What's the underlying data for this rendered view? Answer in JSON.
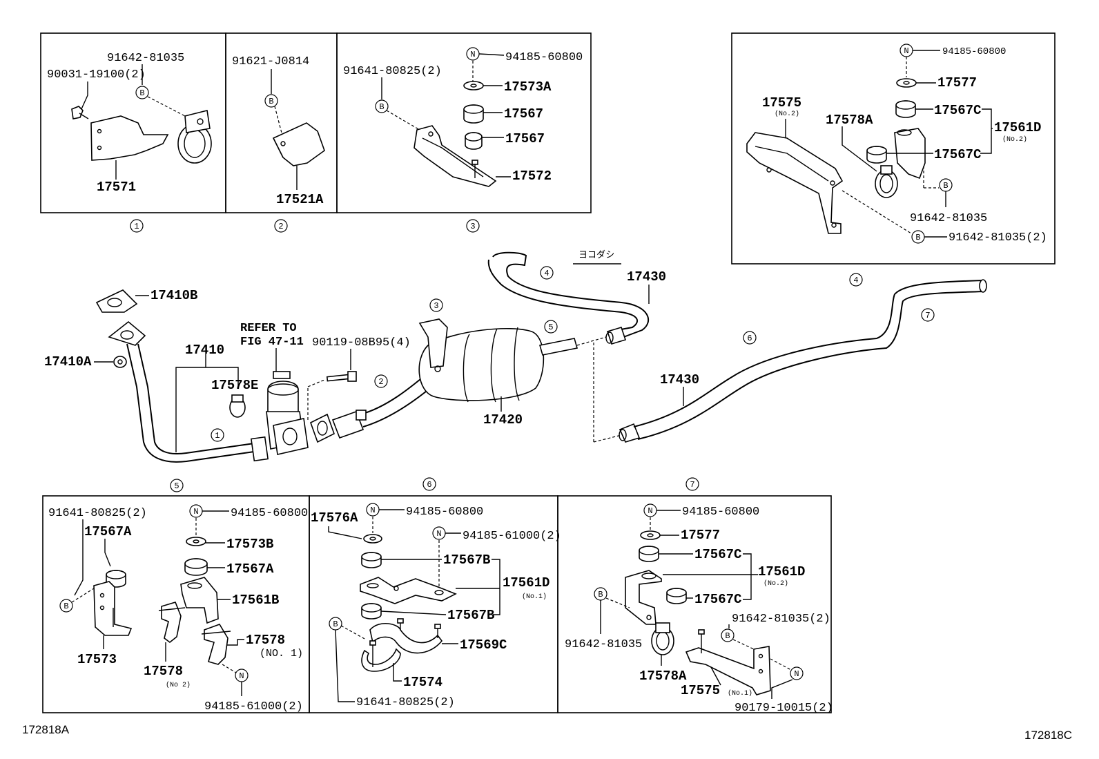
{
  "diagram_codes": {
    "left": "172818A",
    "right": "172818C"
  },
  "callouts": [
    "1",
    "2",
    "3",
    "4",
    "5",
    "6",
    "7"
  ],
  "markers": {
    "bolt": "B",
    "nut": "N"
  },
  "note": {
    "refer_line1": "REFER TO",
    "refer_line2": "FIG 47-11",
    "yokodashi": "ヨコダシ"
  },
  "box1": {
    "bolt_a": "90031-19100(2)",
    "bolt_b": "91642-81035",
    "bracket": "17571"
  },
  "box2": {
    "bolt": "91621-J0814",
    "bracket": "17521A"
  },
  "box3": {
    "bolt": "91641-80825(2)",
    "nut": "94185-60800",
    "washer": "17573A",
    "cushion_a": "17567",
    "cushion_b": "17567",
    "bracket": "17572"
  },
  "box4": {
    "nut": "94185-60800",
    "washer": "17577",
    "cushion_a": "17567C",
    "cushion_b": "17567C",
    "assy": "17561D",
    "assy_no": "(No.2)",
    "bracket": "17575",
    "bracket_no": "(No.2)",
    "clamp": "17578A",
    "bolt_a": "91642-81035",
    "bolt_b": "91642-81035(2)"
  },
  "main": {
    "gasket_b": "17410B",
    "gasket_a": "17410A",
    "front_pipe": "17410",
    "clamp_e": "17578E",
    "bolt": "90119-08B95(4)",
    "muffler": "17420",
    "tail_pipe_1": "17430",
    "tail_pipe_2": "17430"
  },
  "box5": {
    "bolt": "91641-80825(2)",
    "nut": "94185-60800",
    "cushion_top": "17567A",
    "washer": "17573B",
    "cushion": "17567A",
    "bracket_b": "17561B",
    "clamp_no1": "17578",
    "clamp_no1_sub": "(NO. 1)",
    "bracket": "17573",
    "clamp_no2": "17578",
    "clamp_no2_sub": "(No 2)",
    "nut_b": "94185-61000(2)"
  },
  "box6": {
    "washer_a": "17576A",
    "nut_a": "94185-60800",
    "nut_b": "94185-61000(2)",
    "cushion_a": "17567B",
    "assy": "17561D",
    "assy_no": "(No.1)",
    "cushion_b": "17567B",
    "hanger": "17569C",
    "clamp": "17574",
    "bolt": "91641-80825(2)"
  },
  "box7": {
    "nut": "94185-60800",
    "washer": "17577",
    "cushion_a": "17567C",
    "assy": "17561D",
    "assy_no": "(No.2)",
    "cushion_b": "17567C",
    "bolt_a": "91642-81035(2)",
    "bolt_b": "91642-81035",
    "clamp": "17578A",
    "bracket": "17575",
    "bracket_no": "(No.1)",
    "bolt_c": "90179-10015(2)"
  }
}
